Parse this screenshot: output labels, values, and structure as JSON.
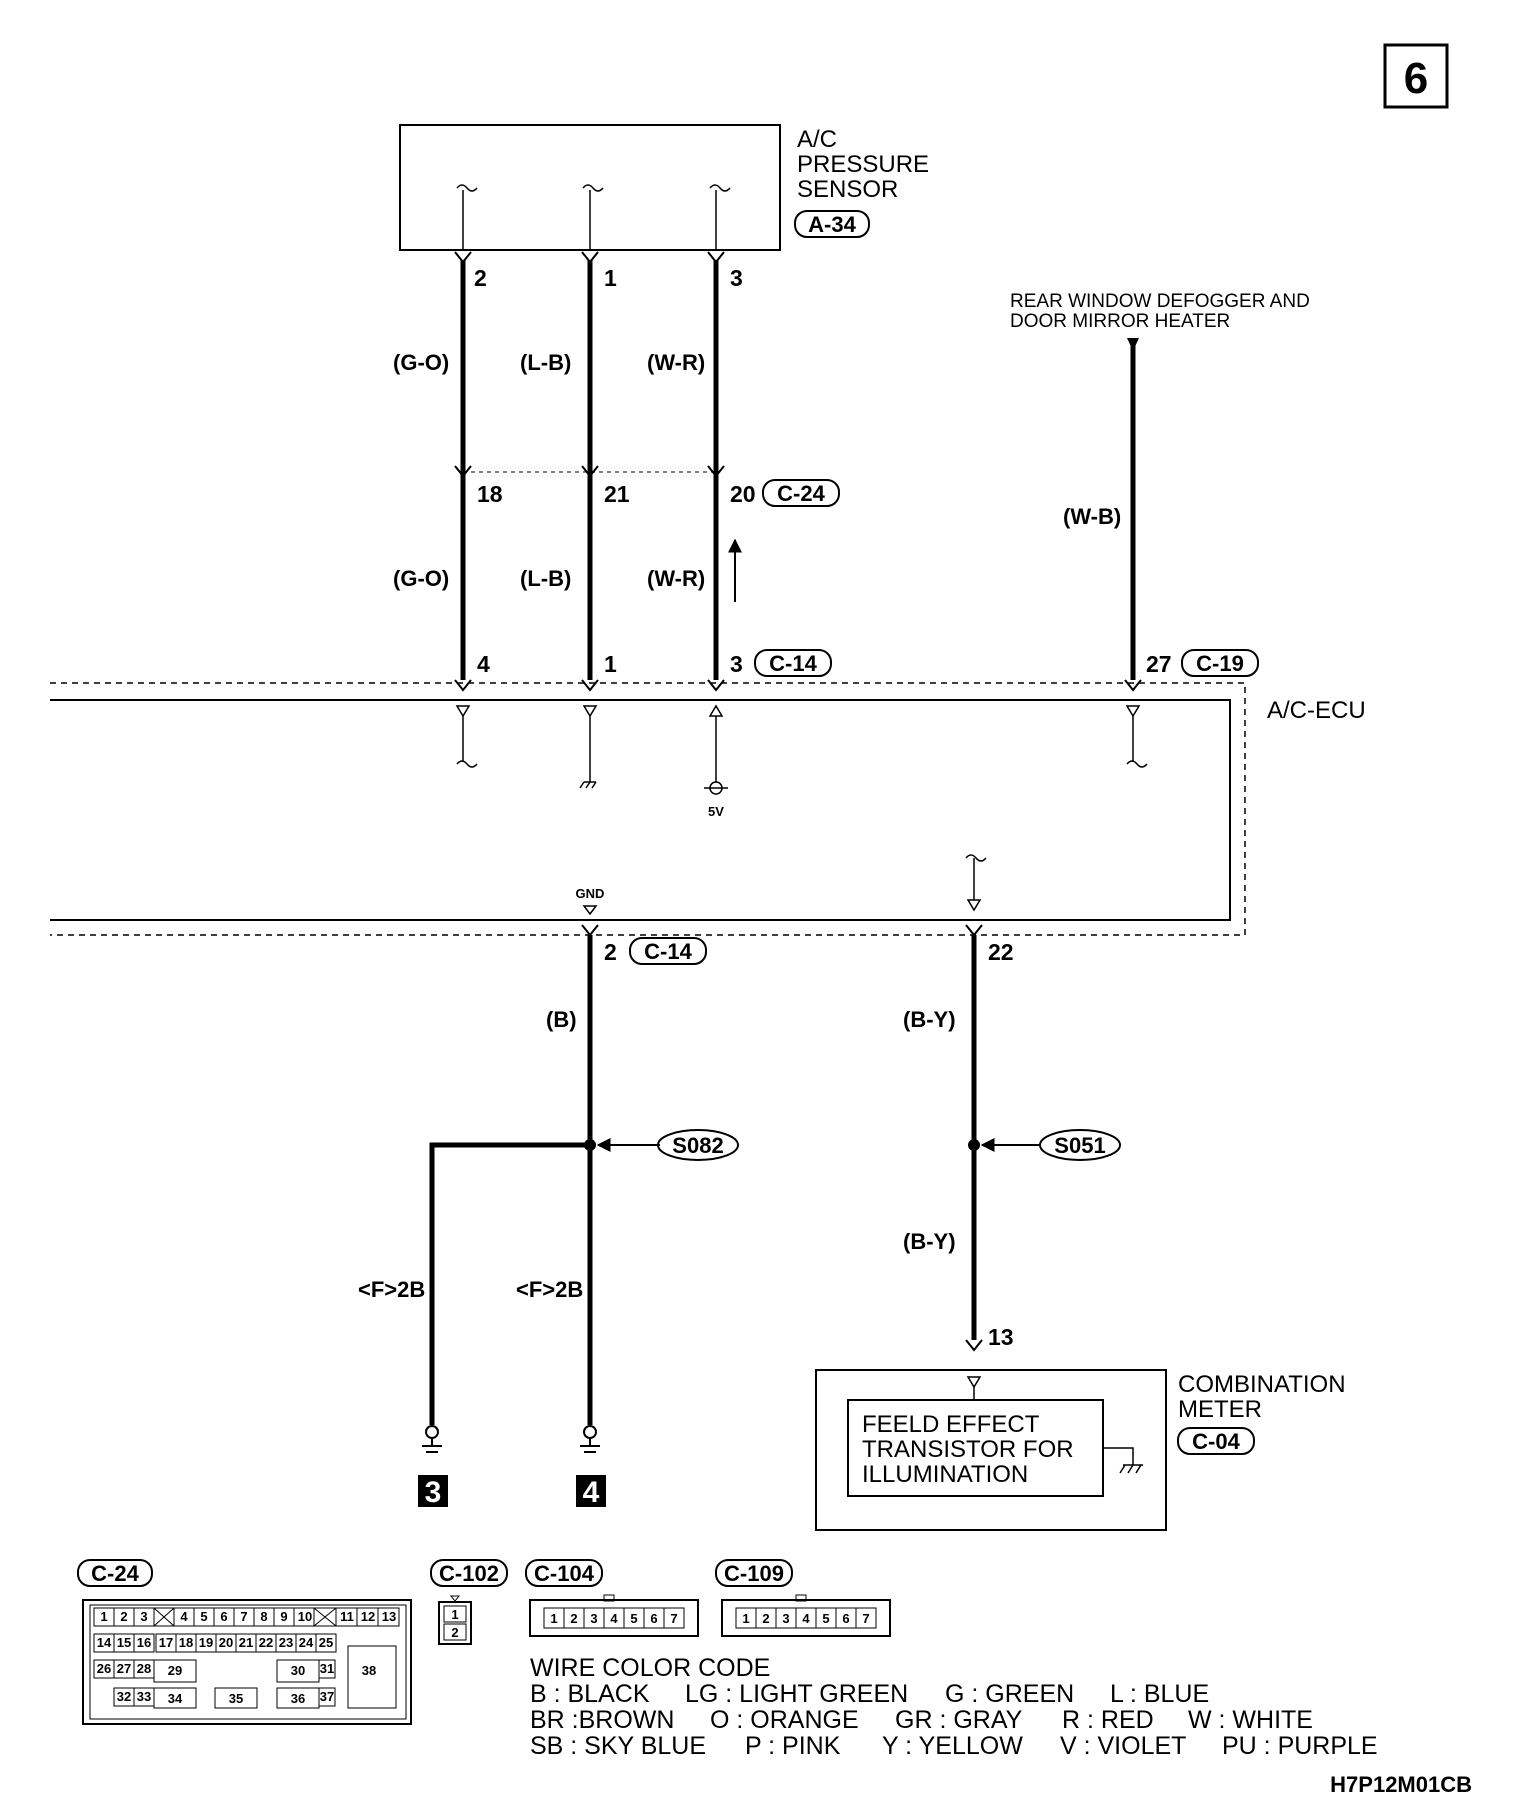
{
  "page_number": "6",
  "sensor": {
    "lines": [
      "A/C",
      "PRESSURE",
      "SENSOR"
    ],
    "connector": "A-34"
  },
  "defogger": {
    "lines": [
      "REAR WINDOW DEFOGGER AND",
      "DOOR MIRROR HEATER"
    ],
    "wire": "(W-B)",
    "pin": "27",
    "connector": "C-19"
  },
  "sensor_wires": [
    {
      "pin_top": "2",
      "color": "(G-O)",
      "pin_mid": "18",
      "pin_ecu": "4"
    },
    {
      "pin_top": "1",
      "color": "(L-B)",
      "pin_mid": "21",
      "pin_ecu": "1"
    },
    {
      "pin_top": "3",
      "color": "(W-R)",
      "pin_mid": "20",
      "pin_ecu": "3"
    }
  ],
  "connector_c24": "C-24",
  "connector_c14": "C-14",
  "ecu": {
    "label": "A/C-ECU",
    "five_v": "5V",
    "gnd": "GND"
  },
  "ground_branch": {
    "pin": "2",
    "connector": "C-14",
    "color": "(B)",
    "splice": "S082",
    "left_label": "<F>2B",
    "right_label": "<F>2B",
    "ground_left": "3",
    "ground_right": "4"
  },
  "meter_branch": {
    "pin": "22",
    "color1": "(B-Y)",
    "splice": "S051",
    "color2": "(B-Y)",
    "meter_pin": "13"
  },
  "meter": {
    "lines": [
      "COMBINATION",
      "METER"
    ],
    "connector": "C-04",
    "inner": [
      "FEELD EFFECT",
      "TRANSISTOR FOR",
      "ILLUMINATION"
    ]
  },
  "connectors": {
    "c24": {
      "tag": "C-24",
      "row1": [
        "1",
        "2",
        "3",
        "4",
        "5",
        "6",
        "7",
        "8",
        "9",
        "10",
        "11",
        "12",
        "13"
      ],
      "row2": [
        "14",
        "15",
        "16",
        "17",
        "18",
        "19",
        "20",
        "21",
        "22",
        "23",
        "24",
        "25"
      ],
      "row3": [
        "26",
        "27",
        "28",
        "29",
        "30",
        "31",
        "38"
      ],
      "row4": [
        "32",
        "33",
        "34",
        "35",
        "36",
        "37"
      ]
    },
    "c102": {
      "tag": "C-102",
      "pins": [
        "1",
        "2"
      ]
    },
    "c104": {
      "tag": "C-104",
      "pins": [
        "1",
        "2",
        "3",
        "4",
        "5",
        "6",
        "7"
      ]
    },
    "c109": {
      "tag": "C-109",
      "pins": [
        "1",
        "2",
        "3",
        "4",
        "5",
        "6",
        "7"
      ]
    }
  },
  "legend": {
    "title": "WIRE COLOR CODE",
    "row1": [
      "B : BLACK",
      "LG : LIGHT GREEN",
      "G : GREEN",
      "L : BLUE"
    ],
    "row2": [
      "BR :BROWN",
      "O : ORANGE",
      "GR : GRAY",
      "R : RED",
      "W : WHITE"
    ],
    "row3": [
      "SB : SKY BLUE",
      "P : PINK",
      "Y : YELLOW",
      "V : VIOLET",
      "PU : PURPLE"
    ]
  },
  "figure_code": "H7P12M01CB"
}
